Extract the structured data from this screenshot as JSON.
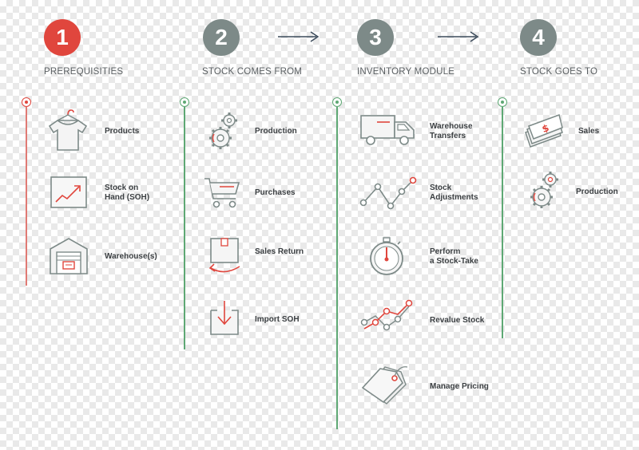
{
  "colors": {
    "accent": "#e0463d",
    "muted": "#7d8a88",
    "green": "#5ea874",
    "red_line": "#e07a74",
    "text": "#3b3f42"
  },
  "steps": [
    {
      "number": "1",
      "title": "PREREQUISITIES"
    },
    {
      "number": "2",
      "title": "STOCK COMES FROM"
    },
    {
      "number": "3",
      "title": "INVENTORY MODULE"
    },
    {
      "number": "4",
      "title": "STOCK GOES TO"
    }
  ],
  "col1": [
    {
      "label": "Products",
      "icon": "shirt-icon"
    },
    {
      "label": "Stock on\nHand (SOH)",
      "icon": "chart-icon"
    },
    {
      "label": "Warehouse(s)",
      "icon": "warehouse-icon"
    }
  ],
  "col2": [
    {
      "label": "Production",
      "icon": "gears-icon"
    },
    {
      "label": "Purchases",
      "icon": "cart-icon"
    },
    {
      "label": "Sales Return",
      "icon": "return-box-icon"
    },
    {
      "label": "Import SOH",
      "icon": "import-icon"
    }
  ],
  "col3": [
    {
      "label": "Warehouse\nTransfers",
      "icon": "truck-icon"
    },
    {
      "label": "Stock\nAdjustments",
      "icon": "line-graph-icon"
    },
    {
      "label": "Perform\na Stock-Take",
      "icon": "stopwatch-icon"
    },
    {
      "label": "Revalue Stock",
      "icon": "revalue-graph-icon"
    },
    {
      "label": "Manage Pricing",
      "icon": "price-tag-icon"
    }
  ],
  "col4": [
    {
      "label": "Sales",
      "icon": "money-icon"
    },
    {
      "label": "Production",
      "icon": "gears-icon"
    }
  ]
}
